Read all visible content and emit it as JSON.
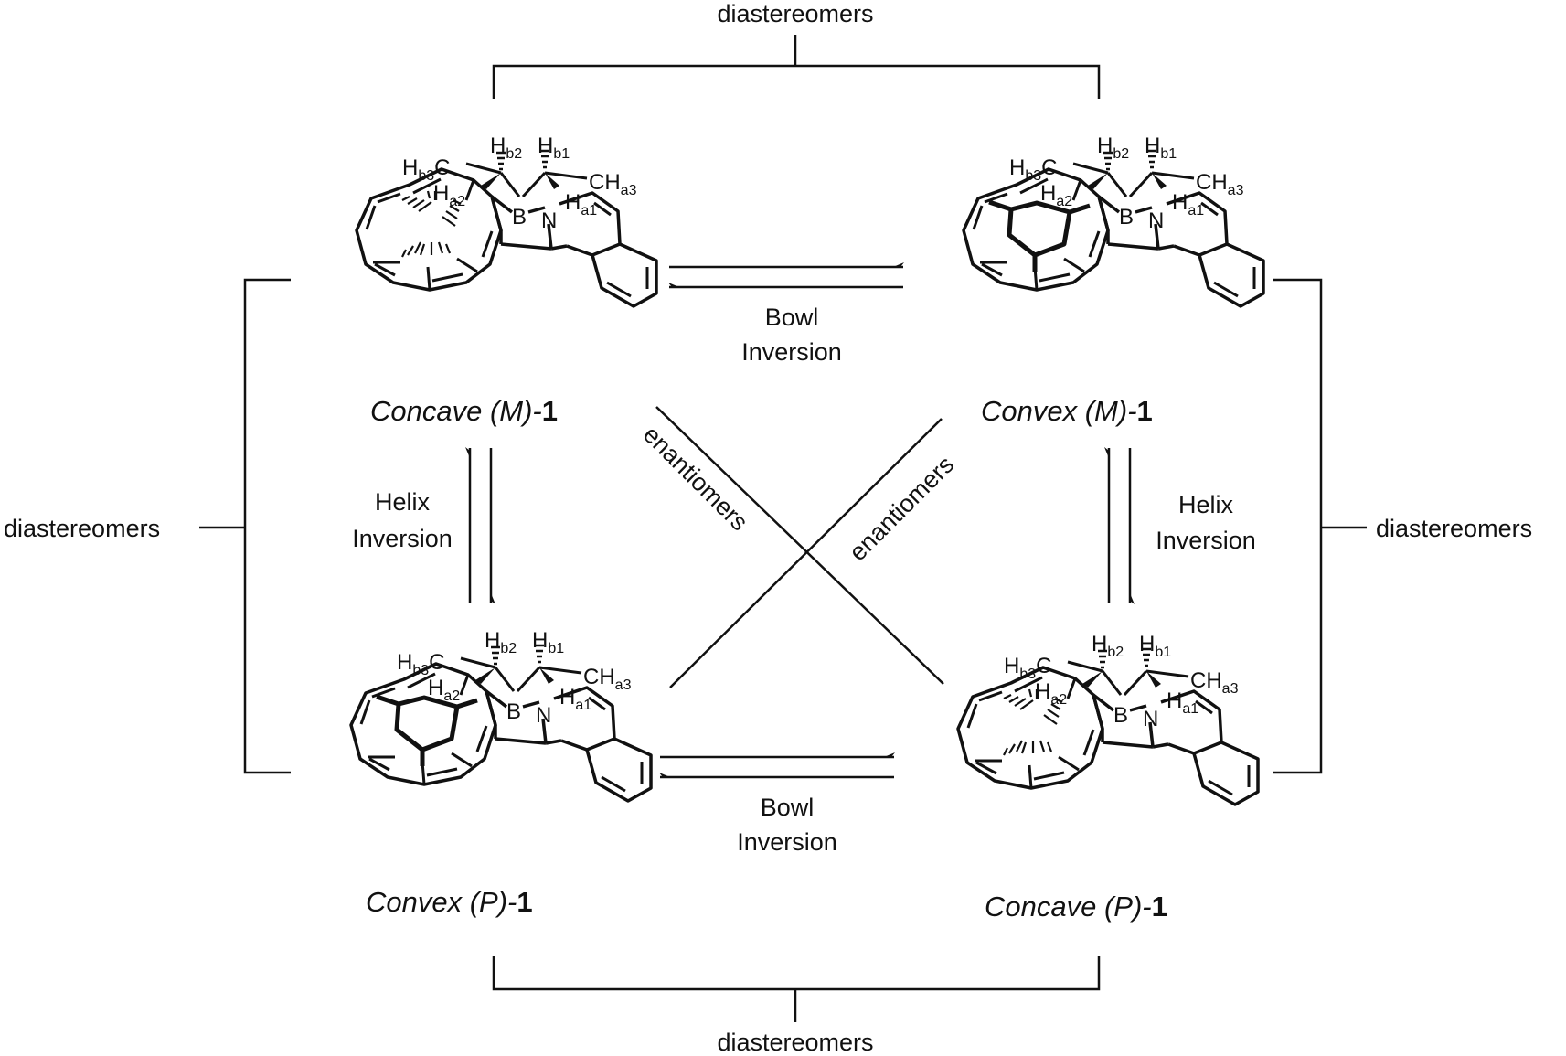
{
  "relations": {
    "top": "diastereomers",
    "bottom": "diastereomers",
    "left": "diastereomers",
    "right": "diastereomers",
    "diag_a": "enantiomers",
    "diag_b": "enantiomers"
  },
  "processes": {
    "bowl_top_1": "Bowl",
    "bowl_top_2": "Inversion",
    "bowl_bottom_1": "Bowl",
    "bowl_bottom_2": "Inversion",
    "helix_left_1": "Helix",
    "helix_left_2": "Inversion",
    "helix_right_1": "Helix",
    "helix_right_2": "Inversion"
  },
  "molecules": [
    {
      "id": "tl",
      "shape": "concave",
      "name": "Concave (M)-",
      "number": "1"
    },
    {
      "id": "tr",
      "shape": "convex",
      "name": "Convex (M)-",
      "number": "1"
    },
    {
      "id": "bl",
      "shape": "convex",
      "name": "Convex (P)-",
      "number": "1"
    },
    {
      "id": "br",
      "shape": "concave",
      "name": "Concave (P)-",
      "number": "1"
    }
  ],
  "atoms": {
    "B": "B",
    "N": "N",
    "H": "H",
    "C": "C",
    "CH": "CH",
    "b1": "b1",
    "b2": "b2",
    "b3": "b3",
    "a1": "a1",
    "a2": "a2",
    "a3": "a3"
  }
}
